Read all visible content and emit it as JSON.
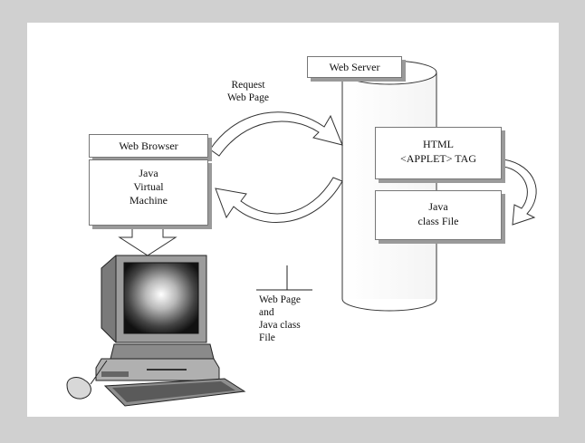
{
  "diagram": {
    "request_label": [
      "Request",
      "Web Page"
    ],
    "web_server_label": "Web Server",
    "web_browser_label": "Web Browser",
    "jvm_label": [
      "Java",
      "Virtual",
      "Machine"
    ],
    "html_box": [
      "HTML",
      "<APPLET> TAG"
    ],
    "java_box": [
      "Java",
      "class File"
    ],
    "response_label": [
      "Web Page",
      "and",
      "Java class",
      "File"
    ]
  }
}
